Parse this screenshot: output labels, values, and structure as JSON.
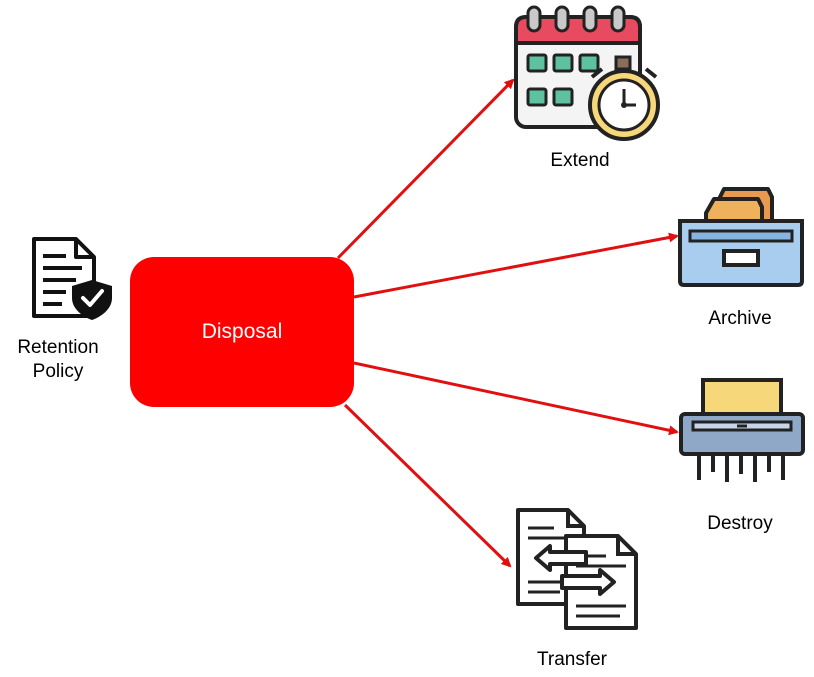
{
  "diagram": {
    "source": {
      "label_line1": "Retention",
      "label_line2": "Policy",
      "icon": "document-shield-icon"
    },
    "center": {
      "label": "Disposal",
      "color": "#ff0000"
    },
    "arrow_color": "#e01010",
    "targets": [
      {
        "label": "Extend",
        "icon": "calendar-stopwatch-icon"
      },
      {
        "label": "Archive",
        "icon": "file-drawer-icon"
      },
      {
        "label": "Destroy",
        "icon": "shredder-icon"
      },
      {
        "label": "Transfer",
        "icon": "document-transfer-icon"
      }
    ]
  }
}
